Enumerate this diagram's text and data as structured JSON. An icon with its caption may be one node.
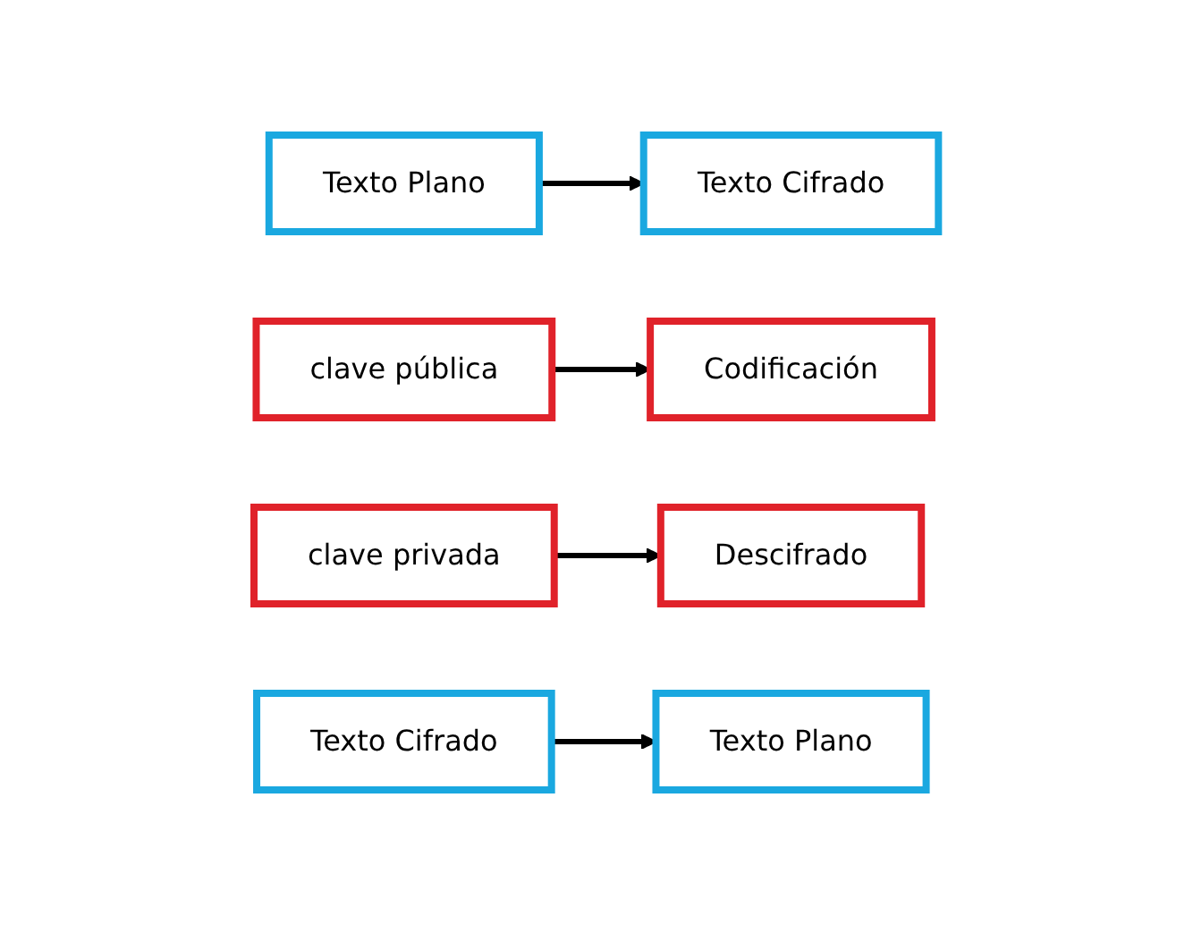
{
  "diagram": {
    "nodes": [
      {
        "text": [
          "Texto Plano"
        ]
      },
      {
        "text": [
          "Codificación"
        ]
      },
      {
        "text": [
          "Texto Cifrado"
        ]
      },
      {
        "text": [
          "clave pública"
        ]
      },
      {
        "text": [
          "clave privada"
        ]
      },
      {
        "text": [
          "Texto Cifrado"
        ]
      },
      {
        "text": [
          "Descifrado"
        ]
      },
      {
        "text": [
          "Texto Plano"
        ]
      }
    ],
    "edges": [
      {
        "from": 0,
        "to": 2,
        "arrow": "to"
      },
      {
        "from": 3,
        "to": 1,
        "arrow": "to"
      },
      {
        "from": 4,
        "to": 6,
        "arrow": "to"
      },
      {
        "from": 5,
        "to": 7,
        "arrow": "to"
      }
    ]
  }
}
